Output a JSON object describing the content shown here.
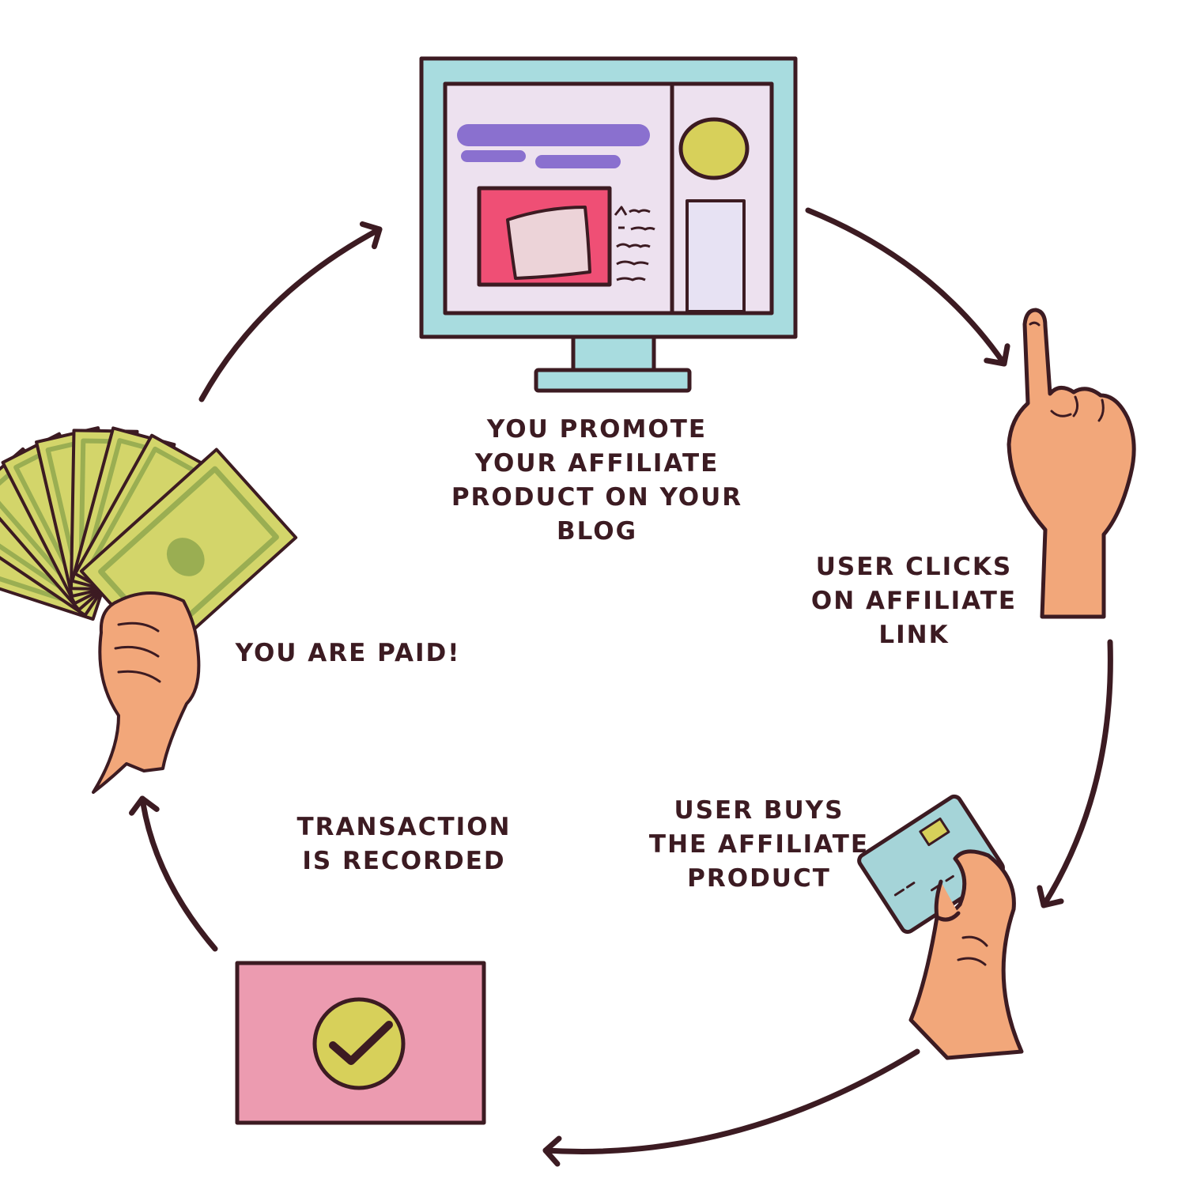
{
  "colors": {
    "ink": "#3c1b22",
    "monitor_frame": "#a8dcdf",
    "monitor_screen": "#ede1ef",
    "text_bars": "#8a70cf",
    "yellow_accent": "#d7d05a",
    "product_card": "#ef4f75",
    "skin": "#f2a77a",
    "money": "#d3d56a",
    "money_dark": "#9aae52",
    "receipt": "#ec9bb0",
    "credit_card": "#a5d4d8"
  },
  "steps": {
    "promote": {
      "icon": "computer-monitor-icon",
      "lines": [
        "YOU PROMOTE",
        "YOUR AFFILIATE",
        "PRODUCT ON YOUR",
        "BLOG"
      ]
    },
    "click": {
      "icon": "pointing-hand-icon",
      "lines": [
        "USER CLICKS",
        "ON AFFILIATE",
        "LINK"
      ]
    },
    "buy": {
      "icon": "credit-card-hand-icon",
      "lines": [
        "USER BUYS",
        "THE AFFILIATE",
        "PRODUCT"
      ]
    },
    "record": {
      "icon": "checkmark-receipt-icon",
      "lines": [
        "TRANSACTION",
        "IS RECORDED"
      ]
    },
    "paid": {
      "icon": "cash-fan-hand-icon",
      "lines": [
        "YOU ARE PAID!"
      ]
    }
  }
}
